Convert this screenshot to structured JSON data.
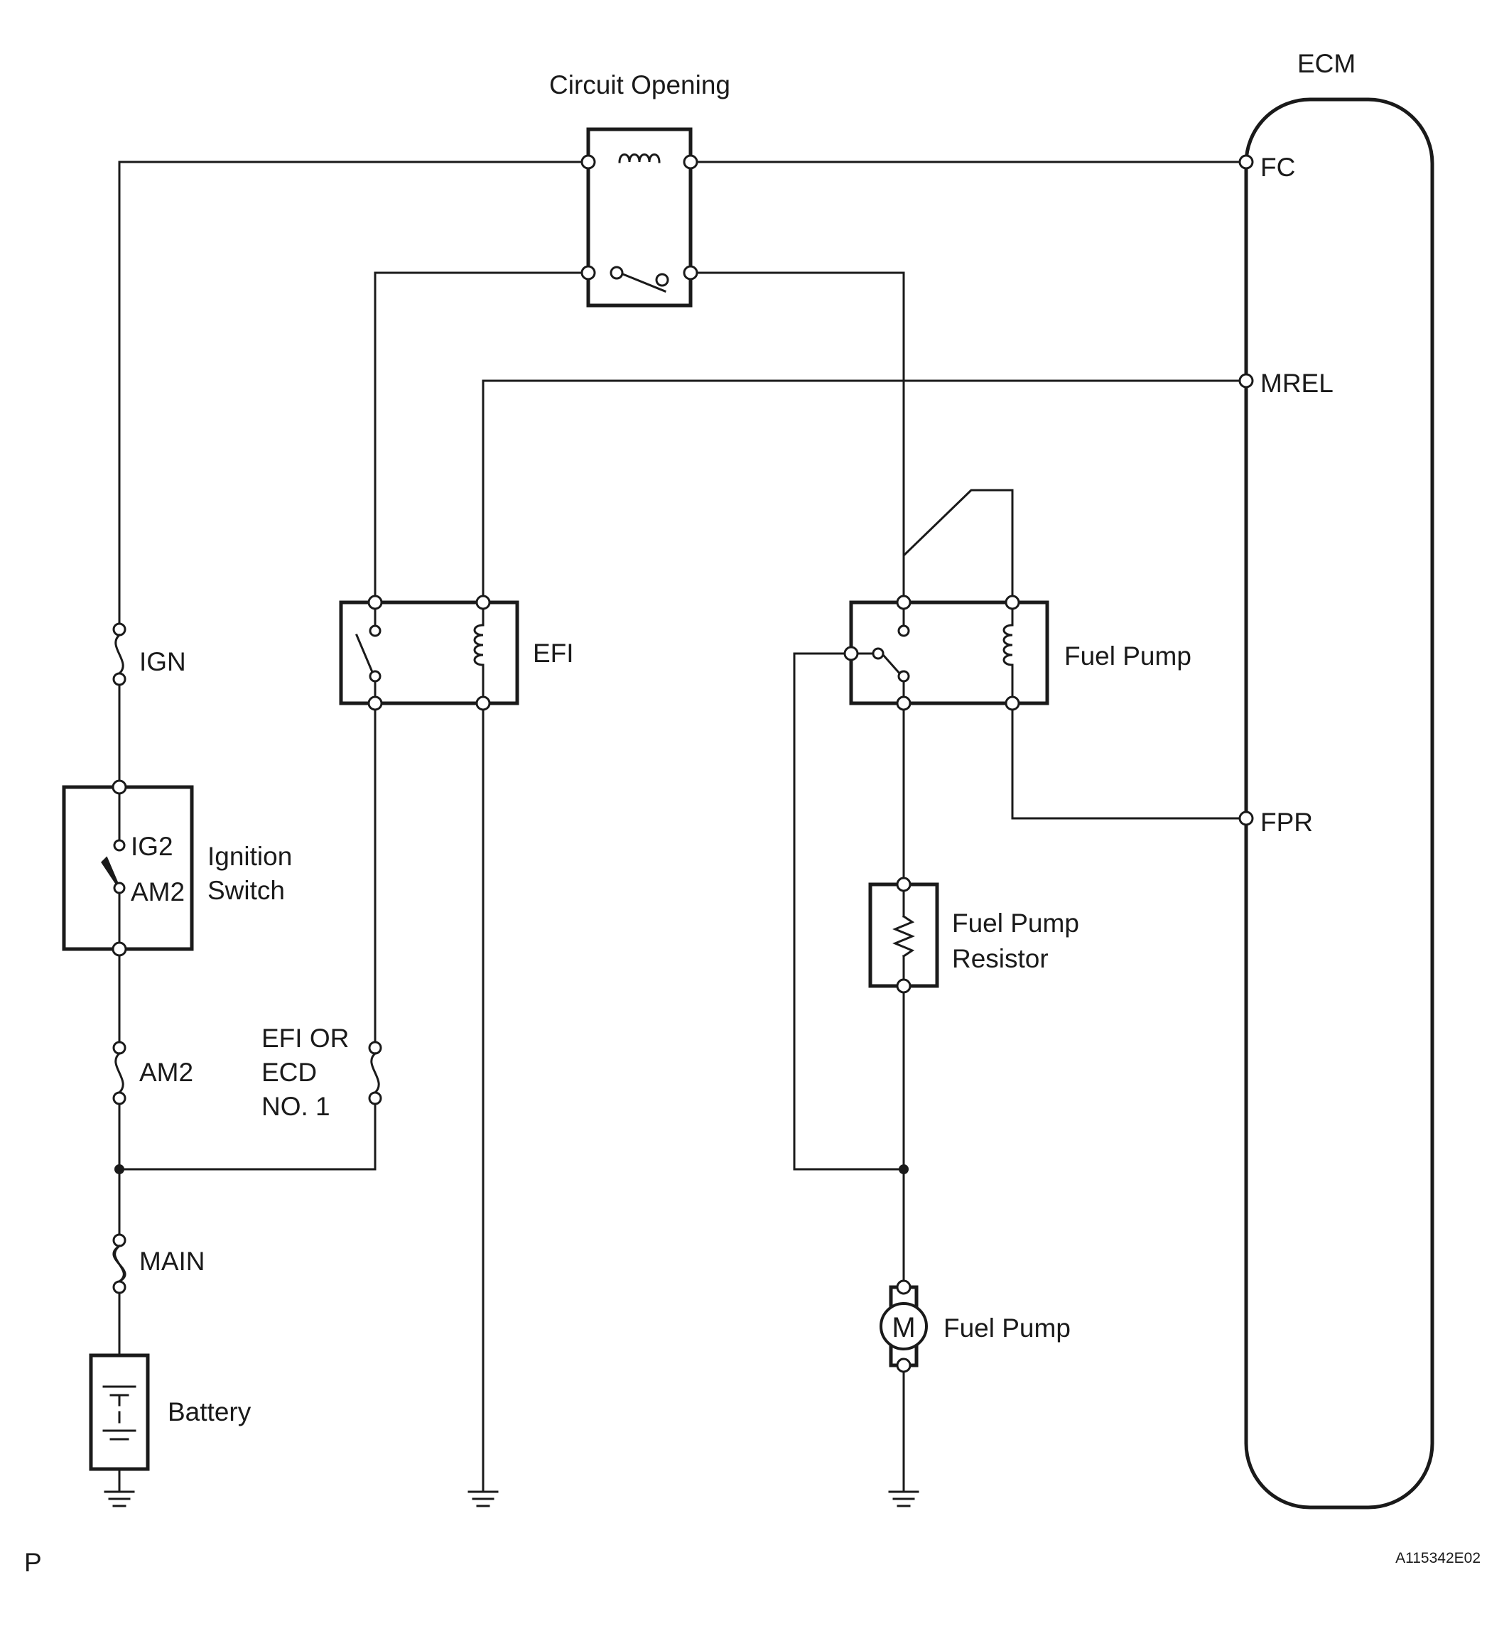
{
  "labels": {
    "circuit_opening": "Circuit Opening",
    "ecm": "ECM",
    "fc": "FC",
    "mrel": "MREL",
    "fpr": "FPR",
    "ign": "IGN",
    "efi": "EFI",
    "fuel_pump_relay": "Fuel Pump",
    "ig2": "IG2",
    "am2_terminal": "AM2",
    "ignition_switch": [
      "Ignition",
      "Switch"
    ],
    "fuel_pump_resistor": [
      "Fuel Pump",
      "Resistor"
    ],
    "am2_fuse": "AM2",
    "efi_or_ecd": [
      "EFI OR",
      "ECD",
      "NO. 1"
    ],
    "main": "MAIN",
    "motor_symbol": "M",
    "fuel_pump_motor": "Fuel Pump",
    "battery": "Battery",
    "corner_p": "P",
    "figure_code": "A115342E02"
  }
}
